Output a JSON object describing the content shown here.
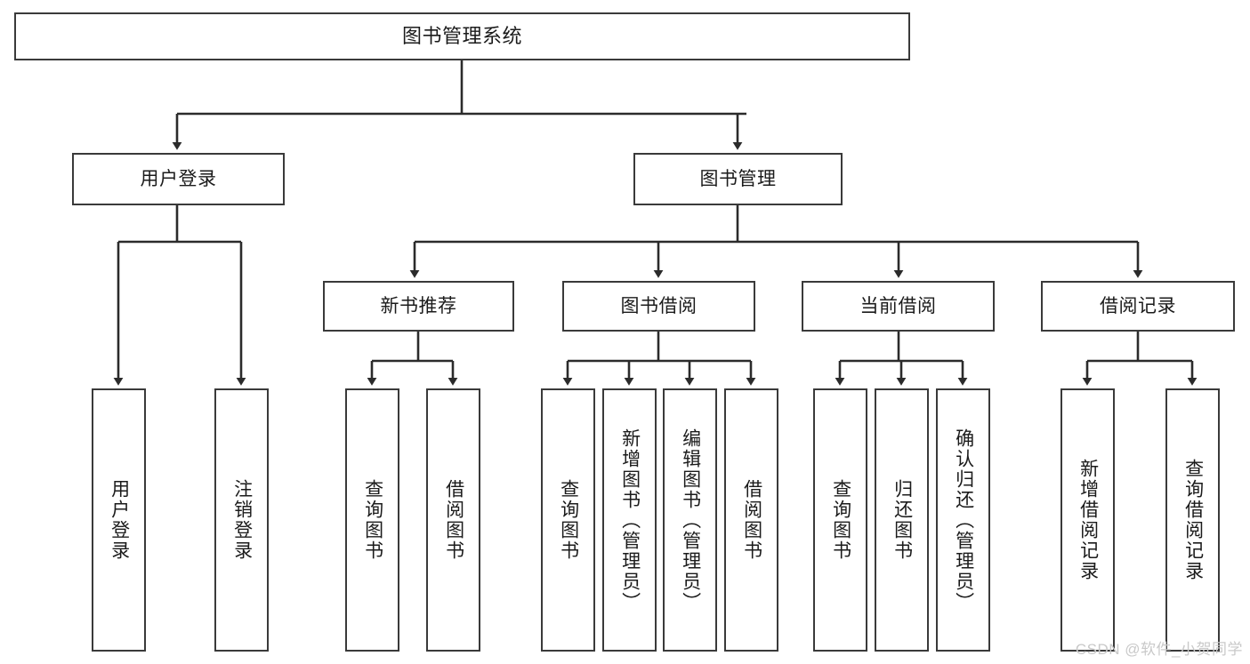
{
  "diagram": {
    "title": "图书管理系统",
    "type": "tree-hierarchy-chart",
    "orientation": "top-down",
    "colors": {
      "box_border": "#3a3a3a",
      "box_fill": "#ffffff",
      "connector": "#2b2b2b",
      "text": "#1b1b1b",
      "watermark": "#c9c9c9",
      "background": "#ffffff"
    }
  },
  "root": {
    "label": "图书管理系统"
  },
  "level2": [
    {
      "id": "user-login",
      "label": "用户登录"
    },
    {
      "id": "book-management",
      "label": "图书管理"
    }
  ],
  "level3": [
    {
      "id": "new-book-recommend",
      "label": "新书推荐"
    },
    {
      "id": "book-borrow",
      "label": "图书借阅"
    },
    {
      "id": "current-borrow",
      "label": "当前借阅"
    },
    {
      "id": "borrow-record",
      "label": "借阅记录"
    }
  ],
  "leaves": {
    "user_login": [
      {
        "id": "leaf-user-login",
        "label": "用户登录"
      },
      {
        "id": "leaf-logout-login",
        "label": "注销登录"
      }
    ],
    "new_book_recommend": [
      {
        "id": "leaf-query-book-1",
        "label": "查询图书"
      },
      {
        "id": "leaf-borrow-book-1",
        "label": "借阅图书"
      }
    ],
    "book_borrow": [
      {
        "id": "leaf-query-book-2",
        "label": "查询图书"
      },
      {
        "id": "leaf-add-book",
        "label": "新增图书（管理员）"
      },
      {
        "id": "leaf-edit-book",
        "label": "编辑图书（管理员）"
      },
      {
        "id": "leaf-borrow-book-2",
        "label": "借阅图书"
      }
    ],
    "current_borrow": [
      {
        "id": "leaf-query-book-3",
        "label": "查询图书"
      },
      {
        "id": "leaf-return-book",
        "label": "归还图书"
      },
      {
        "id": "leaf-confirm-return",
        "label": "确认归还（管理员）"
      }
    ],
    "borrow_record": [
      {
        "id": "leaf-add-record",
        "label": "新增借阅记录"
      },
      {
        "id": "leaf-query-record",
        "label": "查询借阅记录"
      }
    ]
  },
  "watermark": {
    "text": "CSDN @软件_小贺同学"
  }
}
